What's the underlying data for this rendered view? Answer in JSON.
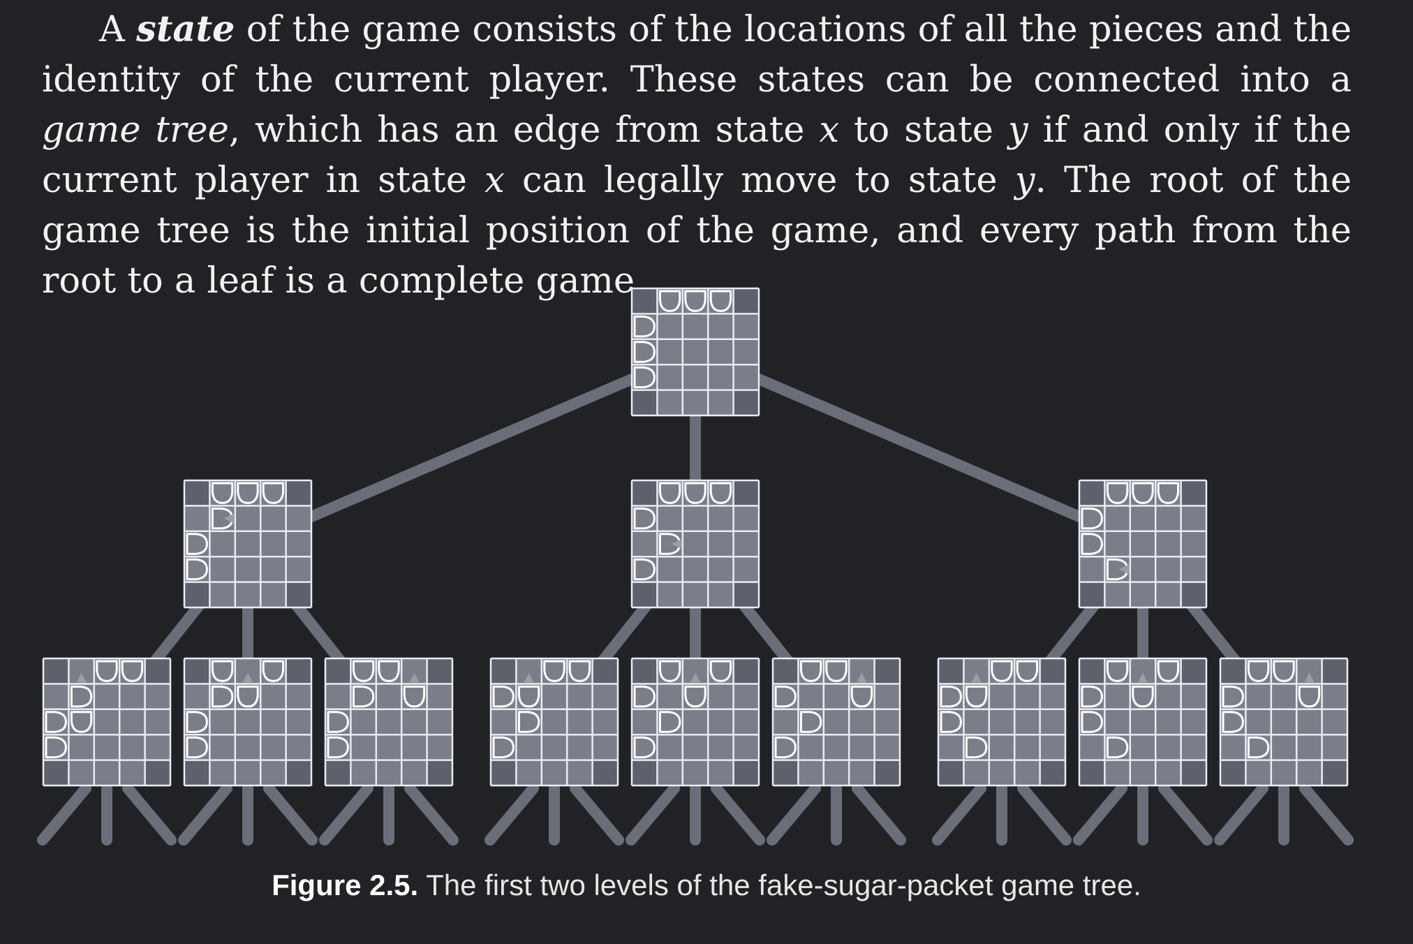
{
  "paragraph": {
    "t1": "A ",
    "term_state": "state",
    "t2": " of the game consists of the locations of all the pieces and the identity of the current player. These states can be connected into a ",
    "term_game_tree": "game tree",
    "t3": ", which has an edge from state ",
    "var_x1": "x",
    "t4": " to state ",
    "var_y1": "y",
    "t5": " if and only if the current player in state ",
    "var_x2": "x",
    "t6": " can legally move to state ",
    "var_y2": "y",
    "t7": ". The root of the game tree is the initial position of the game, and every path from the root to a leaf is a complete game."
  },
  "caption": {
    "label": "Figure 2.5.",
    "text": " The first two levels of the fake-sugar-packet game tree."
  },
  "colors": {
    "background": "#212226",
    "edge": "#6b6e78",
    "board_fill": "#7b7e88",
    "board_dark": "#5e616b",
    "board_line": "#e8ecf4",
    "piece_fill": "#7b7e88",
    "piece_stroke": "#ffffff"
  },
  "tree": {
    "root": {
      "down": [
        1,
        2,
        3
      ],
      "right": [
        1,
        2,
        3
      ],
      "ghost": null
    },
    "level1": [
      {
        "down": [
          1,
          2,
          3
        ],
        "right": [
          2,
          3
        ],
        "moved_right": [
          1,
          1
        ],
        "ghost": [
          1,
          1,
          "left"
        ],
        "children": [
          {
            "down": [
              2,
              3
            ],
            "right": [
              2,
              3
            ],
            "extra_right": [
              1,
              1
            ],
            "extra_down": [
              2,
              1
            ],
            "ghost": [
              0,
              1,
              "up"
            ]
          },
          {
            "down": [
              1,
              3
            ],
            "right": [
              2,
              3
            ],
            "extra_right": [
              1,
              1
            ],
            "extra_down": [
              1,
              2
            ],
            "ghost": [
              0,
              2,
              "up"
            ]
          },
          {
            "down": [
              1,
              2
            ],
            "right": [
              2,
              3
            ],
            "extra_right": [
              1,
              1
            ],
            "extra_down": [
              1,
              3
            ],
            "ghost": [
              0,
              3,
              "up"
            ]
          }
        ]
      },
      {
        "down": [
          1,
          2,
          3
        ],
        "right": [
          1,
          3
        ],
        "moved_right": [
          2,
          1
        ],
        "ghost": [
          2,
          1,
          "left"
        ],
        "children": [
          {
            "down": [
              2,
              3
            ],
            "right": [
              1,
              3
            ],
            "extra_right": [
              2,
              1
            ],
            "extra_down": [
              1,
              1
            ],
            "ghost": [
              0,
              1,
              "up"
            ]
          },
          {
            "down": [
              1,
              3
            ],
            "right": [
              1,
              3
            ],
            "extra_right": [
              2,
              1
            ],
            "extra_down": [
              1,
              2
            ],
            "ghost": [
              0,
              2,
              "up"
            ]
          },
          {
            "down": [
              1,
              2
            ],
            "right": [
              1,
              3
            ],
            "extra_right": [
              2,
              1
            ],
            "extra_down": [
              1,
              3
            ],
            "ghost": [
              0,
              3,
              "up"
            ]
          }
        ]
      },
      {
        "down": [
          1,
          2,
          3
        ],
        "right": [
          1,
          2
        ],
        "moved_right": [
          3,
          1
        ],
        "ghost": [
          3,
          1,
          "left"
        ],
        "children": [
          {
            "down": [
              2,
              3
            ],
            "right": [
              1,
              2
            ],
            "extra_right": [
              3,
              1
            ],
            "extra_down": [
              1,
              1
            ],
            "ghost": [
              0,
              1,
              "up"
            ]
          },
          {
            "down": [
              1,
              3
            ],
            "right": [
              1,
              2
            ],
            "extra_right": [
              3,
              1
            ],
            "extra_down": [
              1,
              2
            ],
            "ghost": [
              0,
              2,
              "up"
            ]
          },
          {
            "down": [
              1,
              2
            ],
            "right": [
              1,
              2
            ],
            "extra_right": [
              3,
              1
            ],
            "extra_down": [
              1,
              3
            ],
            "ghost": [
              0,
              3,
              "up"
            ]
          }
        ]
      }
    ]
  }
}
